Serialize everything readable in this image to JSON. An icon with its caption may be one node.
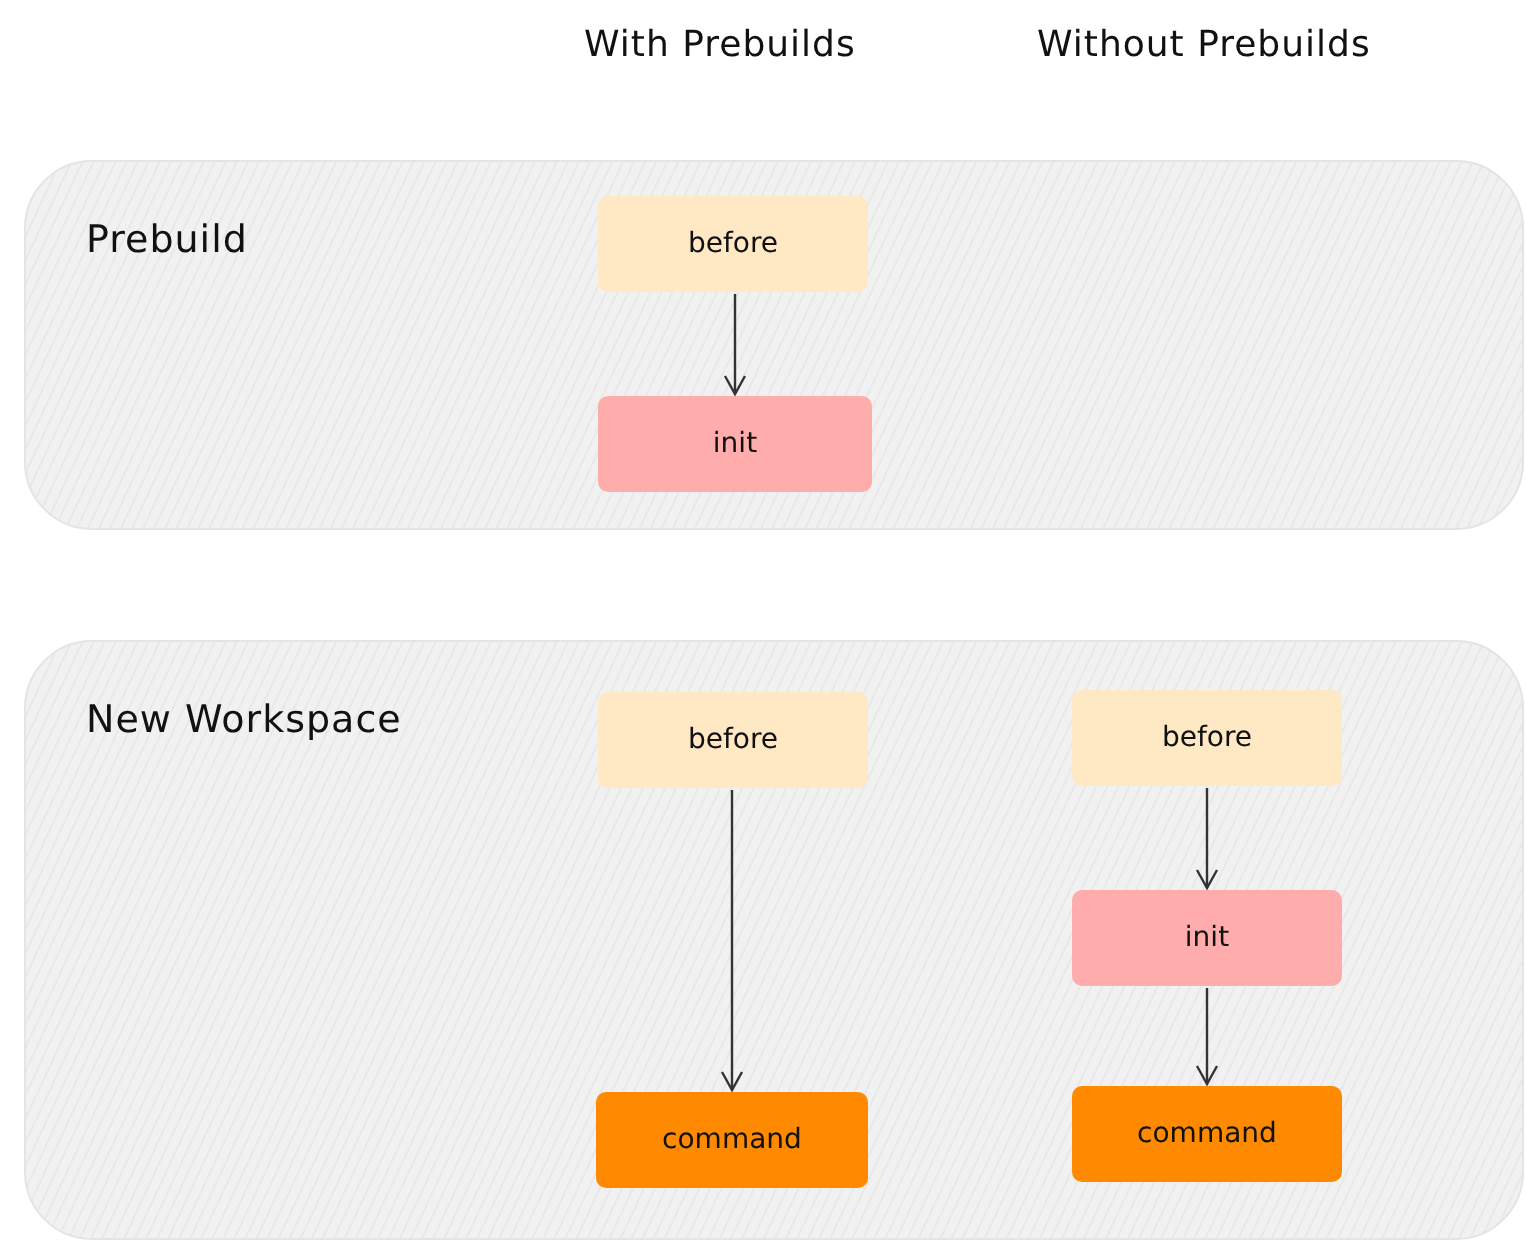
{
  "diagram": {
    "nodes": [
      {
        "text": [
          "Prebuild"
        ]
      },
      {
        "text": [
          "before"
        ],
        "in": 0
      },
      {
        "text": [
          "init"
        ],
        "in": 0
      },
      {
        "text": [
          "New Workspace"
        ]
      },
      {
        "text": [
          "before"
        ],
        "in": 3
      },
      {
        "text": [
          "command"
        ],
        "in": 3
      },
      {
        "text": [
          "before"
        ],
        "in": 3
      },
      {
        "text": [
          "init"
        ],
        "in": 3
      },
      {
        "text": [
          "command"
        ],
        "in": 3
      }
    ],
    "edges": [
      {
        "from": 1,
        "to": 2,
        "arrow": "to"
      },
      {
        "from": 4,
        "to": 5,
        "arrow": "to"
      },
      {
        "from": 6,
        "to": 7,
        "arrow": "to"
      },
      {
        "from": 7,
        "to": 8,
        "arrow": "to"
      }
    ],
    "labels": [
      "With Prebuilds",
      "Without Prebuilds"
    ]
  }
}
